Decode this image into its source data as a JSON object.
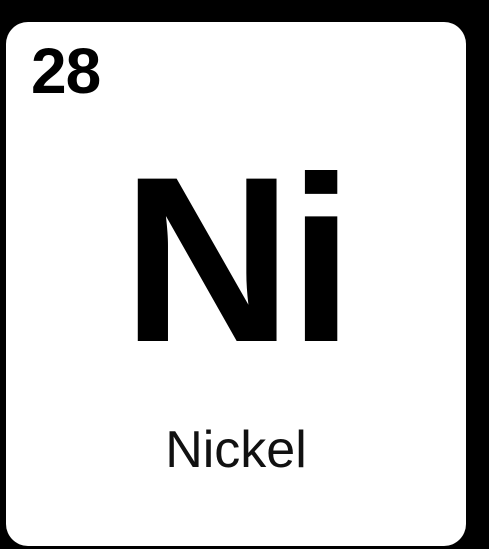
{
  "element": {
    "atomic_number": "28",
    "symbol": "Ni",
    "name": "Nickel"
  },
  "colors": {
    "background": "#000000",
    "tile": "#ffffff",
    "text": "#000000"
  }
}
